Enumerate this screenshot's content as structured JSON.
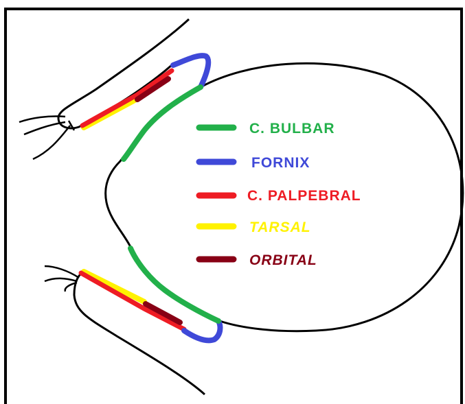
{
  "legend": {
    "items": [
      {
        "label": "C. BULBAR",
        "color": "#22b04a",
        "text_color": "#22b04a"
      },
      {
        "label": "FORNIX",
        "color": "#3f49d8",
        "text_color": "#3f49d8"
      },
      {
        "label": "C. PALPEBRAL",
        "color": "#ee1c24",
        "text_color": "#ee1c24"
      },
      {
        "label": "TARSAL",
        "color": "#fff200",
        "text_color": "#fff200"
      },
      {
        "label": "ORBITAL",
        "color": "#880015",
        "text_color": "#880015"
      }
    ]
  },
  "colors": {
    "outline": "#000000",
    "background": "#ffffff"
  }
}
